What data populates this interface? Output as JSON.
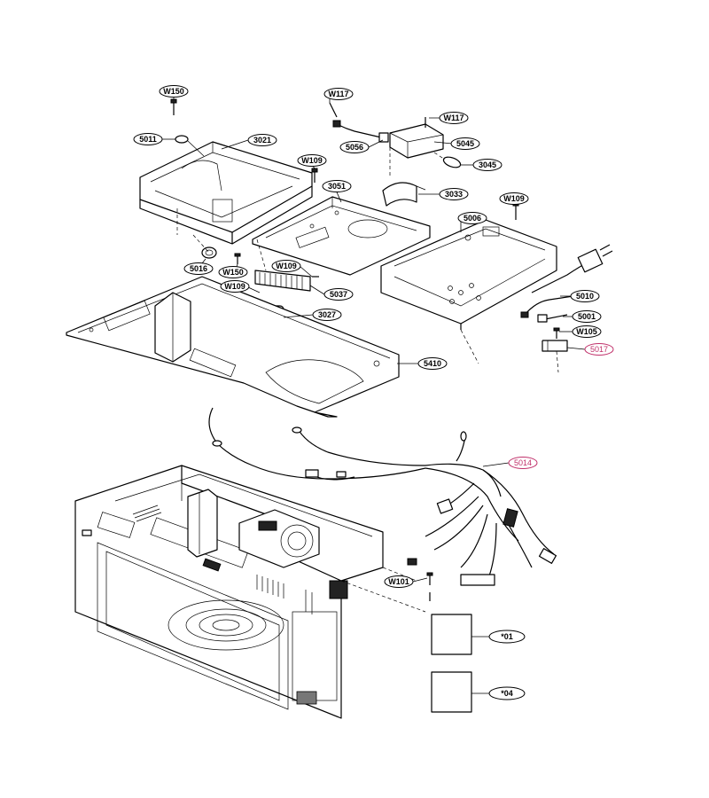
{
  "labels": [
    {
      "text": "W150",
      "hl": false
    },
    {
      "text": "5011",
      "hl": false
    },
    {
      "text": "3021",
      "hl": false
    },
    {
      "text": "W109",
      "hl": false
    },
    {
      "text": "W117",
      "hl": false
    },
    {
      "text": "W117",
      "hl": false
    },
    {
      "text": "5056",
      "hl": false
    },
    {
      "text": "5045",
      "hl": false
    },
    {
      "text": "3045",
      "hl": false
    },
    {
      "text": "3051",
      "hl": false
    },
    {
      "text": "3033",
      "hl": false
    },
    {
      "text": "W109",
      "hl": false
    },
    {
      "text": "5006",
      "hl": false
    },
    {
      "text": "5016",
      "hl": false
    },
    {
      "text": "W150",
      "hl": false
    },
    {
      "text": "W109",
      "hl": false
    },
    {
      "text": "W109",
      "hl": false
    },
    {
      "text": "5037",
      "hl": false
    },
    {
      "text": "3027",
      "hl": false
    },
    {
      "text": "5010",
      "hl": false
    },
    {
      "text": "5001",
      "hl": false
    },
    {
      "text": "W105",
      "hl": false
    },
    {
      "text": "5017",
      "hl": true
    },
    {
      "text": "5410",
      "hl": false
    },
    {
      "text": "5014",
      "hl": true
    },
    {
      "text": "W101",
      "hl": false
    },
    {
      "text": "*01",
      "hl": false
    },
    {
      "text": "*04",
      "hl": false
    }
  ]
}
